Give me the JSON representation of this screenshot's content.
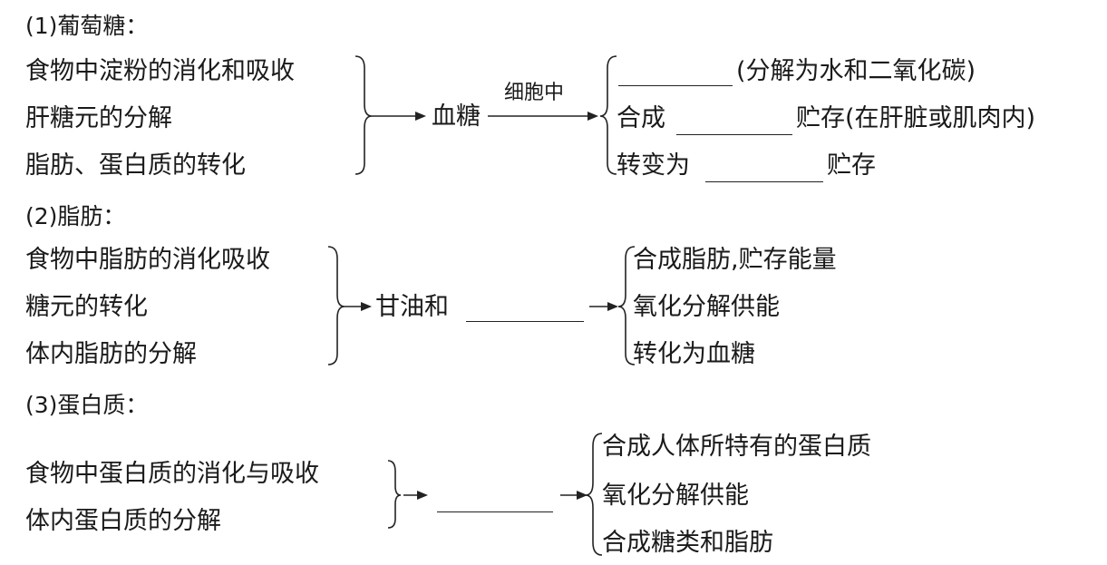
{
  "sections": [
    {
      "heading": "(1)葡萄糖：",
      "sources": [
        "食物中淀粉的消化和吸收",
        "肝糖元的分解",
        "脂肪、蛋白质的转化"
      ],
      "intermediate": "血糖",
      "arrow_label": "细胞中",
      "outcomes": [
        {
          "before": "",
          "blank": true,
          "after": "(分解为水和二氧化碳)"
        },
        {
          "before": "合成",
          "blank": true,
          "after": "贮存(在肝脏或肌肉内)"
        },
        {
          "before": "转变为",
          "blank": true,
          "after": "贮存"
        }
      ]
    },
    {
      "heading": "(2)脂肪：",
      "sources": [
        "食物中脂肪的消化吸收",
        "糖元的转化",
        "体内脂肪的分解"
      ],
      "intermediate": "甘油和",
      "intermediate_blank": true,
      "outcomes": [
        "合成脂肪,贮存能量",
        "氧化分解供能",
        "转化为血糖"
      ]
    },
    {
      "heading": "(3)蛋白质：",
      "sources": [
        "食物中蛋白质的消化与吸收",
        "体内蛋白质的分解"
      ],
      "intermediate_blank": true,
      "outcomes": [
        "合成人体所特有的蛋白质",
        "氧化分解供能",
        "合成糖类和脂肪"
      ]
    }
  ]
}
